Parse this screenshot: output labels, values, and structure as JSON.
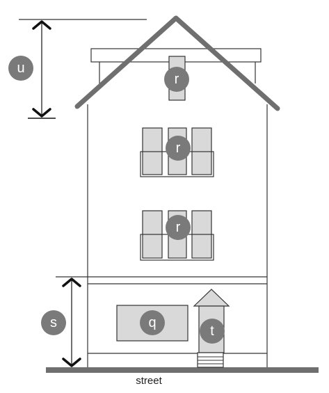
{
  "labels": {
    "roof_height": "u",
    "window_top": "r",
    "window_upper": "r",
    "window_middle": "r",
    "storefront_window": "q",
    "ground_floor_height": "s",
    "entrance_door": "t",
    "street": "street"
  },
  "colors": {
    "roof": "#6f6f6f",
    "ground": "#6f6f6f",
    "badge": "#7a7a7a",
    "fill_light": "#d9d9d9",
    "outline": "#333333",
    "arrow": "#111111"
  }
}
